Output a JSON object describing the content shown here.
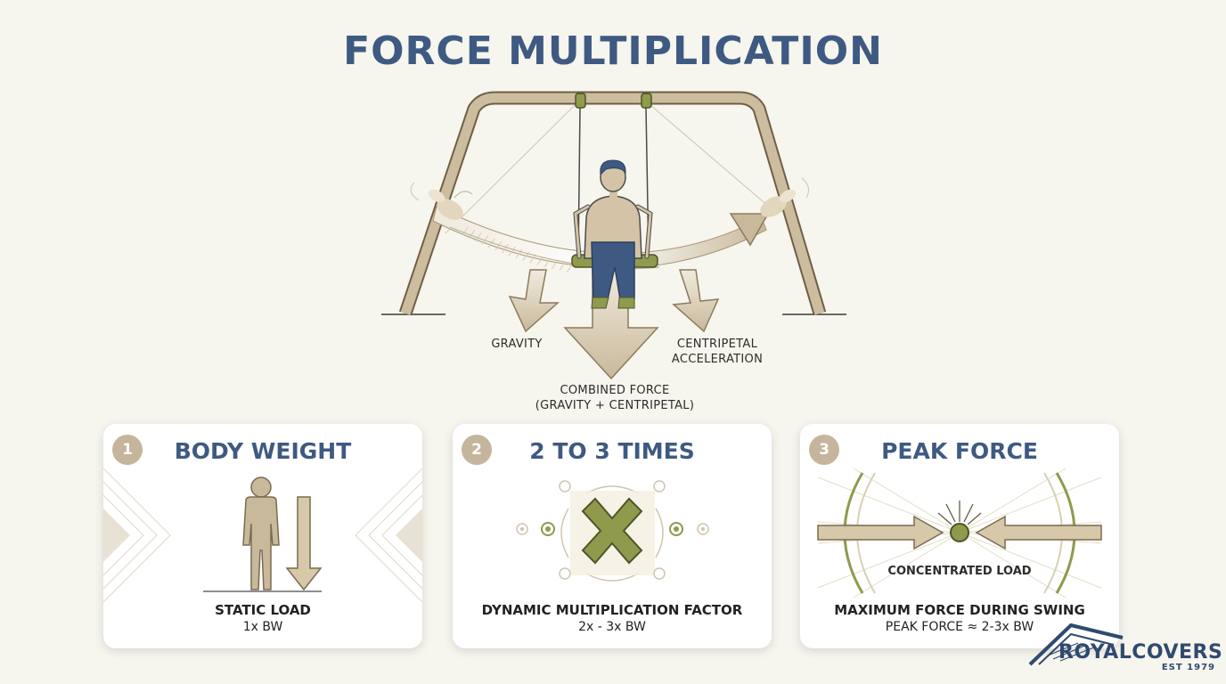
{
  "title": "FORCE MULTIPLICATION",
  "diagram": {
    "labels": {
      "gravity": "GRAVITY",
      "centripetal_line1": "CENTRIPETAL",
      "centripetal_line2": "ACCELERATION",
      "combined_line1": "COMBINED FORCE",
      "combined_line2": "(GRAVITY + CENTRIPETAL)"
    }
  },
  "cards": [
    {
      "number": "1",
      "title": "BODY WEIGHT",
      "caption": "STATIC LOAD",
      "value": "1x BW"
    },
    {
      "number": "2",
      "title": "2 TO 3 TIMES",
      "caption": "DYNAMIC MULTIPLICATION FACTOR",
      "value": "2x - 3x BW"
    },
    {
      "number": "3",
      "title": "PEAK FORCE",
      "inner_label": "CONCENTRATED LOAD",
      "caption": "MAXIMUM FORCE DURING SWING",
      "value": "PEAK FORCE ≈ 2-3x BW"
    }
  ],
  "logo": {
    "name_part1": "ROYAL",
    "name_part2": "COVERS",
    "tagline": "EST 1979"
  },
  "colors": {
    "title": "#3e5a82",
    "frame": "#c8b79b",
    "olive": "#8f9a4c",
    "badge": "#c5b59c"
  }
}
